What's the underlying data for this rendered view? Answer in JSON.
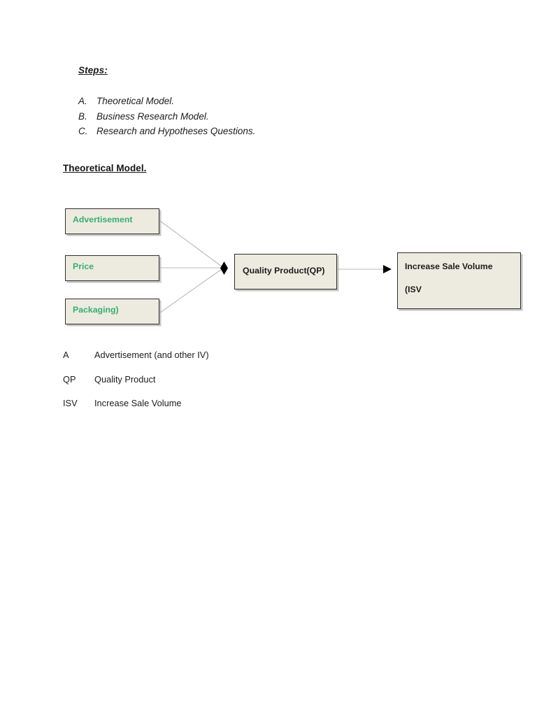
{
  "document": {
    "steps_heading": "Steps:",
    "steps": [
      {
        "marker": "A.",
        "text": "Theoretical Model."
      },
      {
        "marker": "B.",
        "text": "Business Research Model."
      },
      {
        "marker": "C.",
        "text": "Research and Hypotheses Questions."
      }
    ],
    "section_heading": "Theoretical Model."
  },
  "diagram": {
    "nodes": {
      "advertisement": "Advertisement",
      "price": "Price",
      "packaging": "Packaging)",
      "quality_product": "Quality Product(QP)",
      "increase_sale_volume_line1": "Increase Sale Volume",
      "increase_sale_volume_line2": "(ISV"
    },
    "colors": {
      "node_fill": "#EDEBE0",
      "node_border": "#2e2e2e",
      "independent_text": "#34b06f",
      "dependent_text": "#1c1c1c",
      "connector": "#b9b9b9",
      "arrowhead": "#000000"
    }
  },
  "legend": {
    "rows": [
      {
        "abbr": "A",
        "desc": "Advertisement (and other IV)"
      },
      {
        "abbr": "QP",
        "desc": "Quality Product"
      },
      {
        "abbr": "ISV",
        "desc": "Increase Sale Volume"
      }
    ]
  }
}
